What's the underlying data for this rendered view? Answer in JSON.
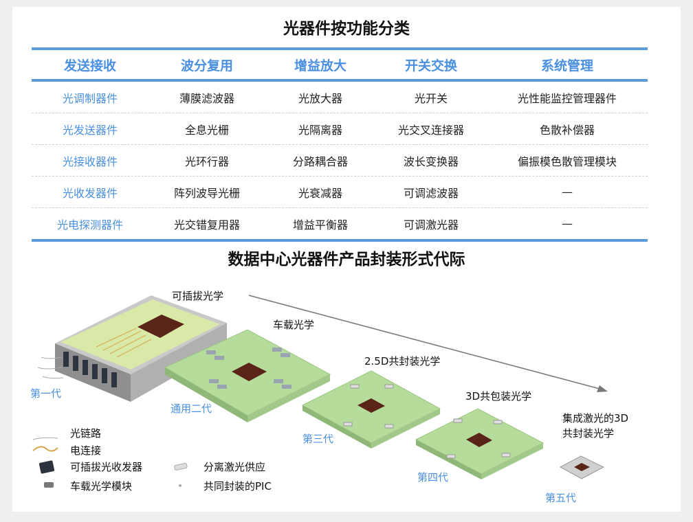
{
  "table_title": "光器件按功能分类",
  "table": {
    "headers": [
      "发送接收",
      "波分复用",
      "增益放大",
      "开关交换",
      "系统管理"
    ],
    "rows": [
      [
        "光调制器件",
        "薄膜滤波器",
        "光放大器",
        "光开关",
        "光性能监控管理器件"
      ],
      [
        "光发送器件",
        "全息光栅",
        "光隔离器",
        "光交叉连接器",
        "色散补偿器"
      ],
      [
        "光接收器件",
        "光环行器",
        "分路耦合器",
        "波长变换器",
        "偏振模色散管理模块"
      ],
      [
        "光收发器件",
        "阵列波导光栅",
        "光衰减器",
        "可调滤波器",
        "—"
      ],
      [
        "光电探测器件",
        "光交错复用器",
        "增益平衡器",
        "可调激光器",
        "—"
      ]
    ]
  },
  "diagram_title": "数据中心光器件产品封装形式代际",
  "stages": {
    "pluggable": "可插拔光学",
    "onboard": "车载光学",
    "cpo25d": "2.5D共封装光学",
    "cpo3d": "3D共包装光学",
    "integrated": "集成激光的3D\n共封装光学"
  },
  "generations": [
    "第一代",
    "通用二代",
    "第三代",
    "第四代",
    "第五代"
  ],
  "legend": {
    "optical_link": "光链路",
    "electrical": "电连接",
    "pluggable_transceiver": "可插拔光收发器",
    "onboard_module": "车载光学模块",
    "laser_supply": "分离激光供应",
    "copackaged_pic": "共同封装的PIC"
  },
  "colors": {
    "accent": "#4a8fe0",
    "rule": "#5b9bdb",
    "board": "#b5dc9a",
    "chip": "#5a2418"
  }
}
